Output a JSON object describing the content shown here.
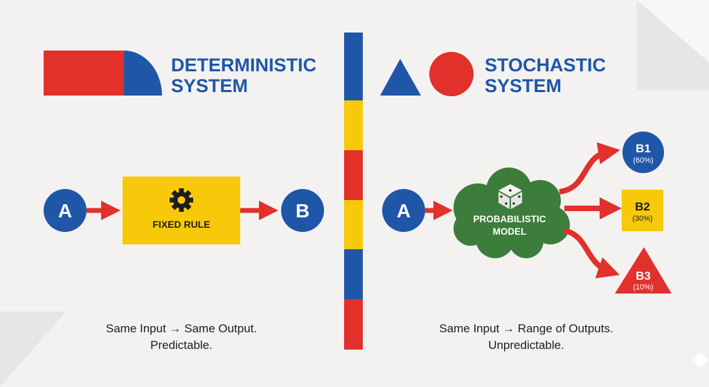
{
  "left": {
    "title_line1": "DETERMINISTIC",
    "title_line2": "SYSTEM",
    "input": "A",
    "rule": "FIXED RULE",
    "output": "B",
    "caption_line1": "Same Input → Same Output.",
    "caption_line2": "Predictable.",
    "icon": "gear-icon"
  },
  "right": {
    "title_line1": "STOCHASTIC",
    "title_line2": "SYSTEM",
    "input": "A",
    "model_line1": "PROBABILISTIC",
    "model_line2": "MODEL",
    "icon": "dice-icon",
    "outcomes": [
      {
        "label": "B1",
        "prob": "(60%)"
      },
      {
        "label": "B2",
        "prob": "(30%)"
      },
      {
        "label": "B3",
        "prob": "(10%)"
      }
    ],
    "caption_line1": "Same Input → Range of Outputs.",
    "caption_line2": "Unpredictable."
  },
  "colors": {
    "red": "#e2302b",
    "blue": "#1f56a8",
    "yellow": "#f7c90a",
    "green": "#3d7d3c",
    "bg": "#f3f2f0"
  }
}
